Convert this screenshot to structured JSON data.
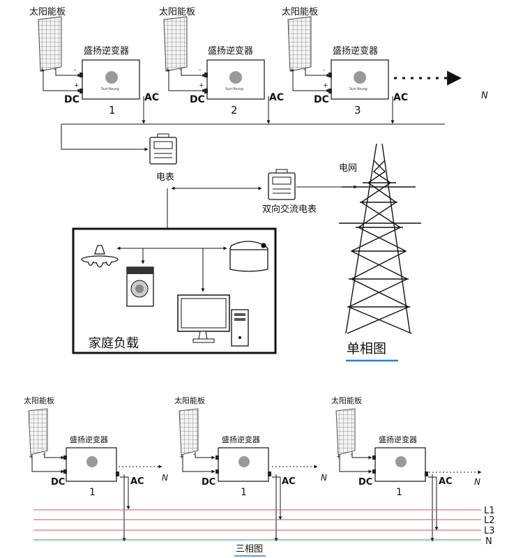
{
  "single_phase": {
    "units": [
      {
        "panel_label": "太阳能板",
        "inverter_label": "盛扬逆变器",
        "dc_label": "DC",
        "ac_label": "AC",
        "number": "1",
        "brand": "Sun-Young",
        "plus": "+",
        "minus": "-"
      },
      {
        "panel_label": "太阳能板",
        "inverter_label": "盛扬逆变器",
        "dc_label": "DC",
        "ac_label": "AC",
        "number": "2",
        "brand": "Sun-Young",
        "plus": "+",
        "minus": "-"
      },
      {
        "panel_label": "太阳能板",
        "inverter_label": "盛扬逆变器",
        "dc_label": "DC",
        "ac_label": "AC",
        "number": "3",
        "brand": "Sun-Young",
        "plus": "+",
        "minus": "-"
      }
    ],
    "n_label": "N",
    "meter_label": "电表",
    "bidir_meter_label": "双向交流电表",
    "grid_label": "电网",
    "home_load_label": "家庭负载",
    "title": "单相图"
  },
  "three_phase": {
    "units": [
      {
        "panel_label": "太阳能板",
        "inverter_label": "盛扬逆变器",
        "dc_label": "DC",
        "ac_label": "AC",
        "number": "1",
        "n_label": "N",
        "plus": "+",
        "minus": "-"
      },
      {
        "panel_label": "太阳能板",
        "inverter_label": "盛扬逆变器",
        "dc_label": "DC",
        "ac_label": "AC",
        "number": "1",
        "n_label": "N",
        "plus": "+",
        "minus": "-"
      },
      {
        "panel_label": "太阳能板",
        "inverter_label": "盛扬逆变器",
        "dc_label": "DC",
        "ac_label": "AC",
        "number": "1",
        "n_label": "N",
        "plus": "+",
        "minus": "-"
      }
    ],
    "lines": [
      {
        "name": "L1",
        "color": "#d9534f"
      },
      {
        "name": "L2",
        "color": "#d9534f"
      },
      {
        "name": "L3",
        "color": "#d9534f"
      },
      {
        "name": "N",
        "color": "#2e9e5b"
      }
    ],
    "title": "三相图"
  },
  "colors": {
    "underline": "#2a7fd4",
    "ink": "#111111"
  }
}
